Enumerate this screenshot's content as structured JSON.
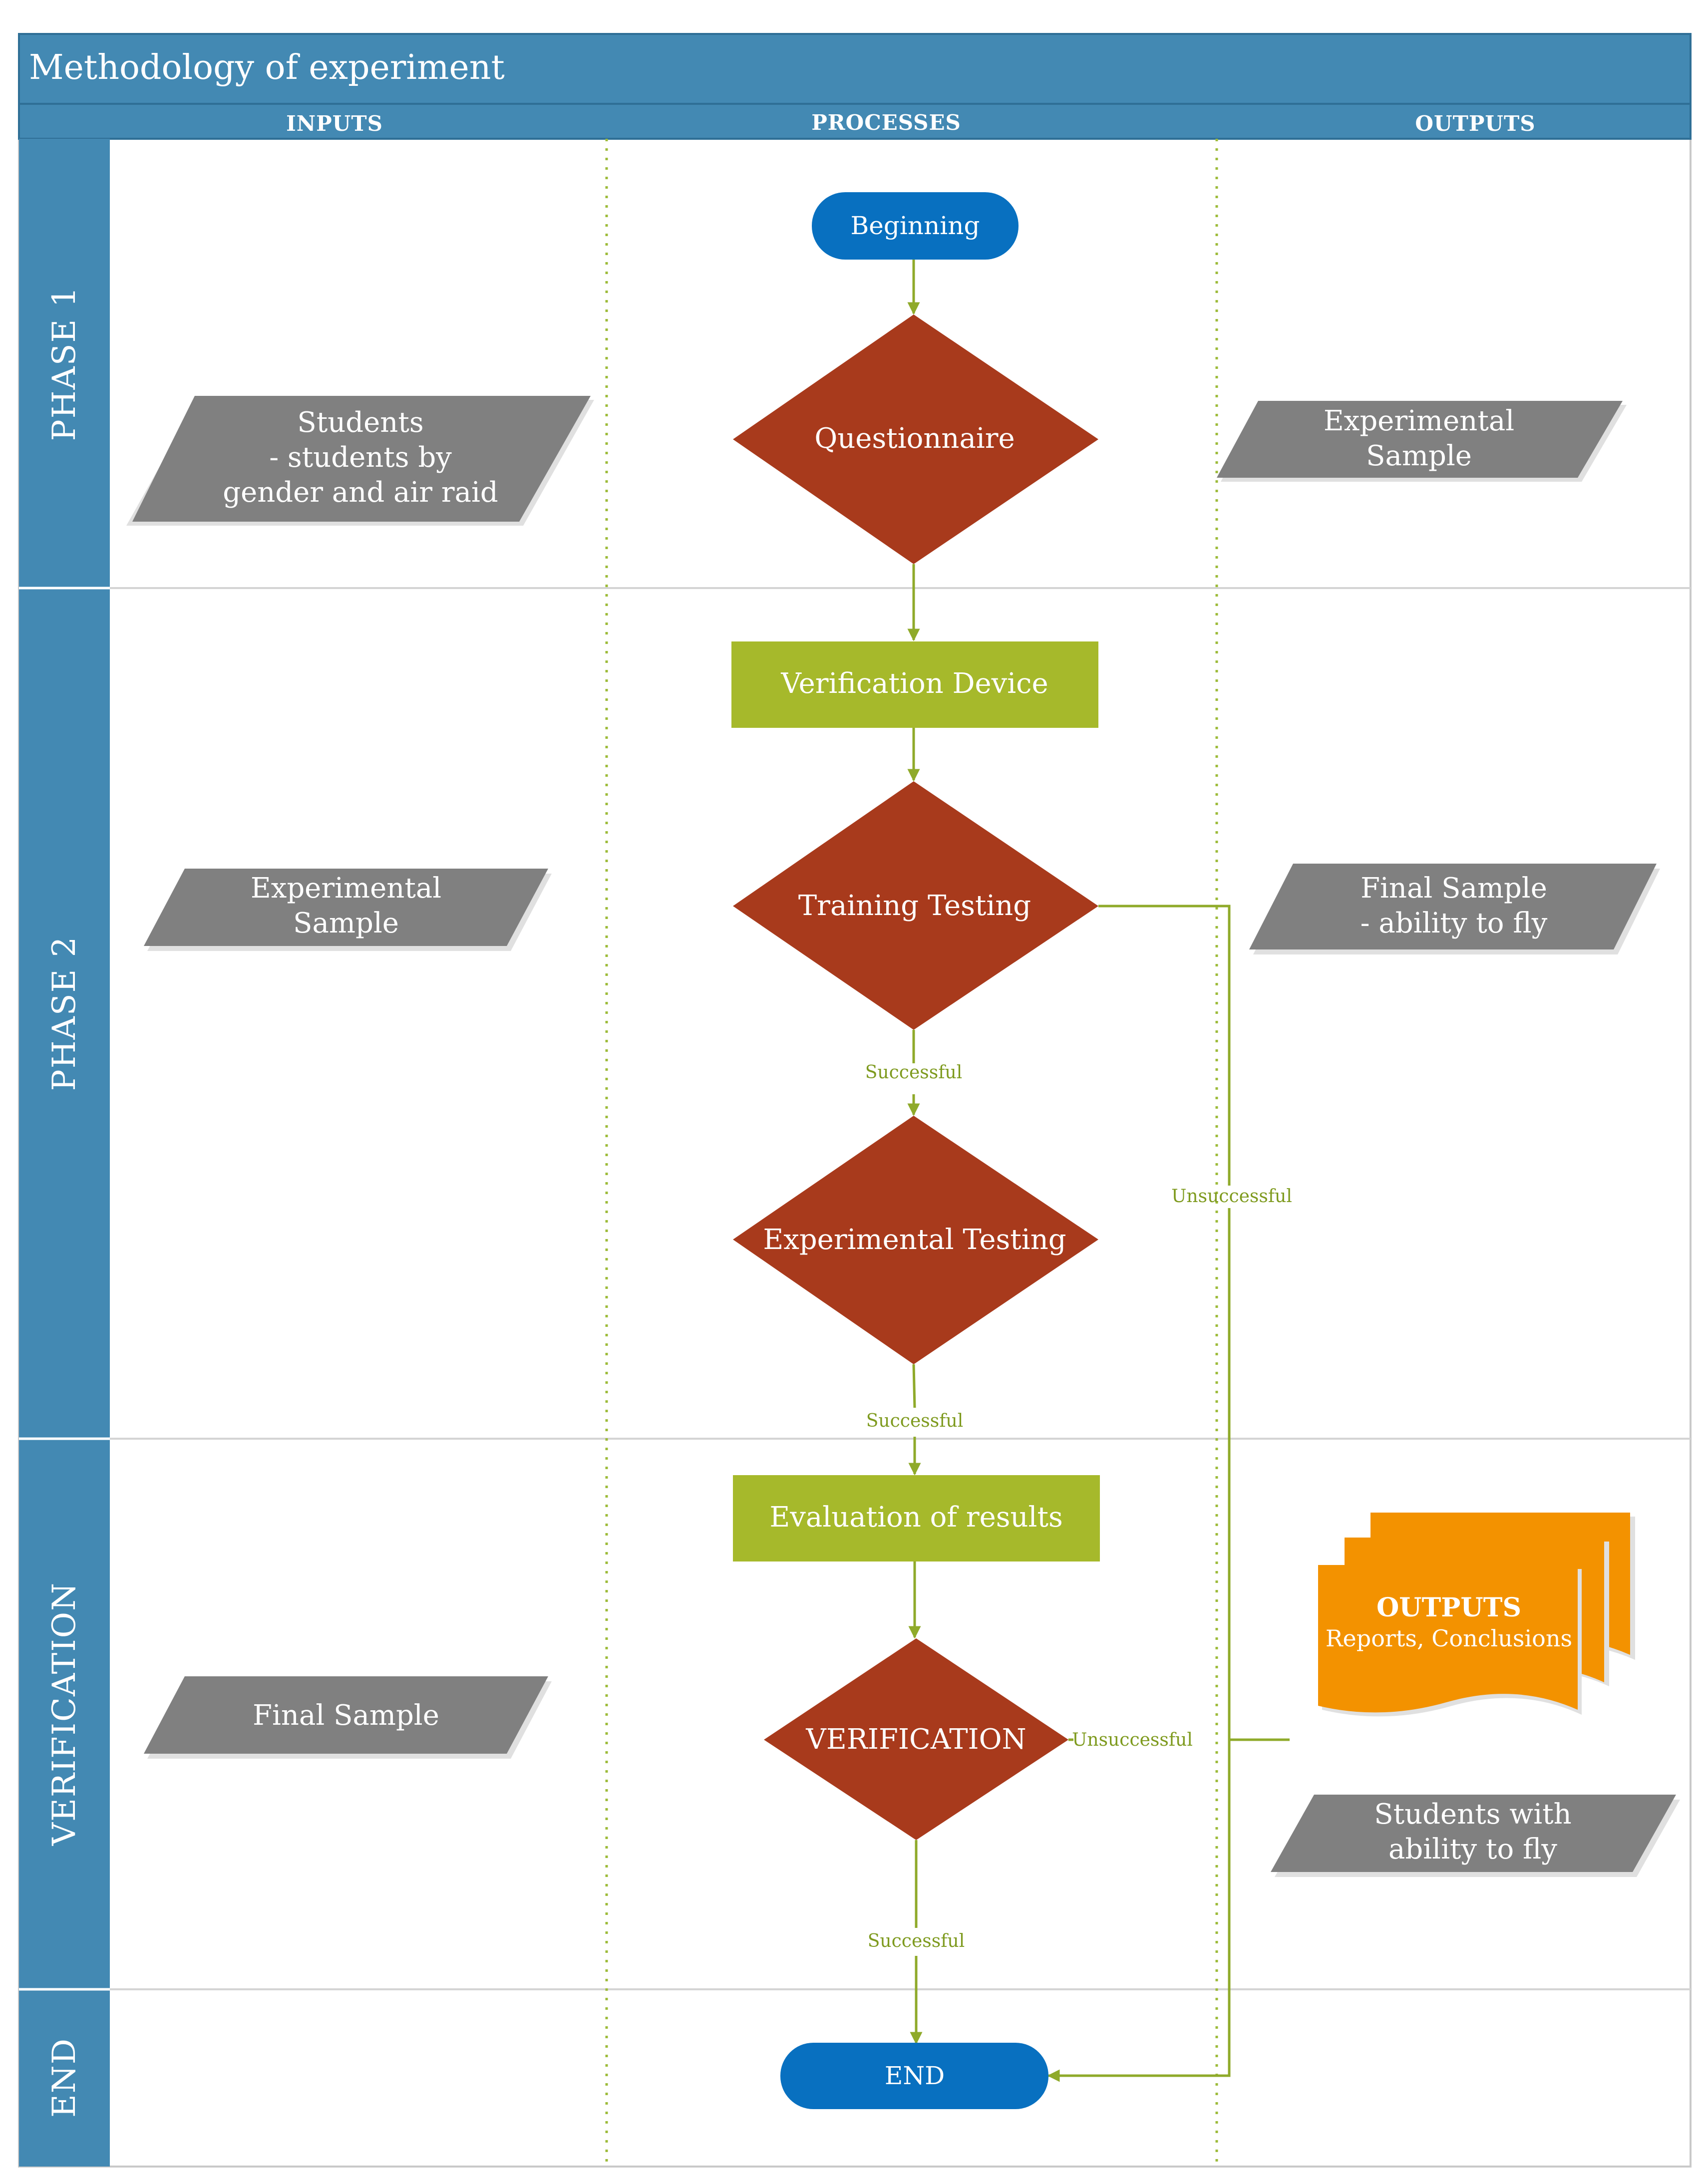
{
  "title": "Methodology of experiment",
  "columns": {
    "inputs": "INPUTS",
    "processes": "PROCESSES",
    "outputs": "OUTPUTS"
  },
  "phases": {
    "phase1": "PHASE 1",
    "phase2": "PHASE 2",
    "verification": "VERIFICATION",
    "end": "END"
  },
  "inputs": {
    "phase1": [
      "Students",
      "- students by",
      "gender and air raid"
    ],
    "phase2": [
      "Experimental",
      "Sample"
    ],
    "verification": [
      "Final Sample"
    ]
  },
  "processes": {
    "beginning": "Beginning",
    "questionnaire": "Questionnaire",
    "verification_device": "Verification Device",
    "training_testing": "Training Testing",
    "experimental_testing": "Experimental Testing",
    "evaluation": "Evaluation of results",
    "verification": "VERIFICATION",
    "end": "END"
  },
  "outputs": {
    "phase1": [
      "Experimental",
      "Sample"
    ],
    "phase2": [
      "Final Sample",
      "- ability to fly"
    ],
    "documents": {
      "title": "OUTPUTS",
      "subtitle": "Reports, Conclusions"
    },
    "verification": [
      "Students with",
      "ability to fly"
    ]
  },
  "edge_labels": {
    "successful": "Successful",
    "unsuccessful": "Unsuccessful"
  },
  "colors": {
    "header_blue": "#4389b3",
    "terminal_blue": "#0870c0",
    "decision_red": "#a83a1c",
    "process_green": "#a6b92b",
    "data_gray": "#808080",
    "document_orange": "#f39200",
    "connector_green": "#8faa2a"
  }
}
